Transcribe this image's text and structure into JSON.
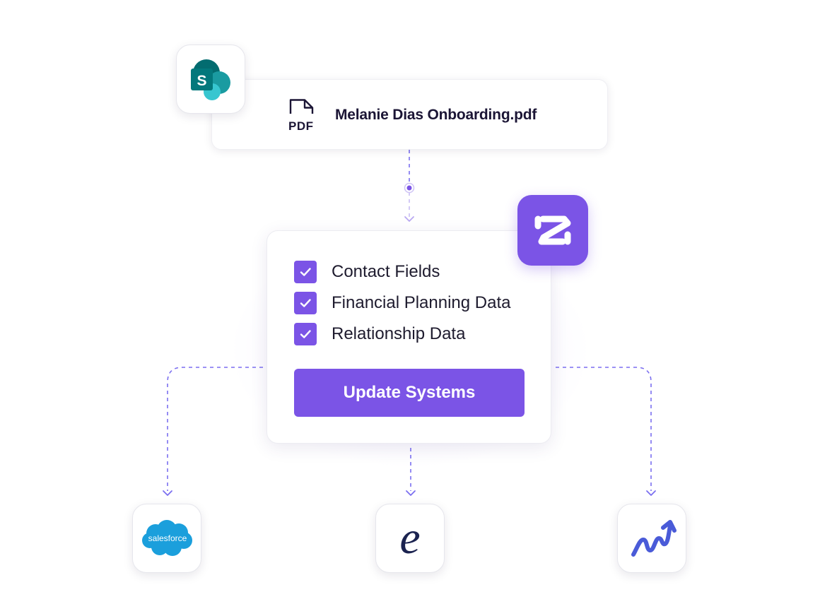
{
  "file": {
    "name": "Melanie Dias Onboarding.pdf",
    "badge": "PDF"
  },
  "source_app": {
    "icon": "sharepoint-icon",
    "letter": "S"
  },
  "brand_badge": {
    "icon": "z-logo-icon"
  },
  "checklist": [
    {
      "label": "Contact Fields",
      "checked": true
    },
    {
      "label": "Financial Planning Data",
      "checked": true
    },
    {
      "label": "Relationship Data",
      "checked": true
    }
  ],
  "action": {
    "label": "Update Systems"
  },
  "destinations": [
    {
      "icon": "salesforce-icon",
      "text": "salesforce"
    },
    {
      "icon": "e-script-icon",
      "text": "e"
    },
    {
      "icon": "trend-arrow-icon"
    }
  ],
  "colors": {
    "accent": "#7b54e6",
    "connector": "#7b6ff0",
    "salesforce": "#1b9fdc",
    "sharepoint_dark": "#036c70",
    "sharepoint_mid": "#1a9ba1",
    "sharepoint_light": "#37c6d0",
    "e_navy": "#1b2350",
    "trend_blue": "#4a5bd8"
  }
}
